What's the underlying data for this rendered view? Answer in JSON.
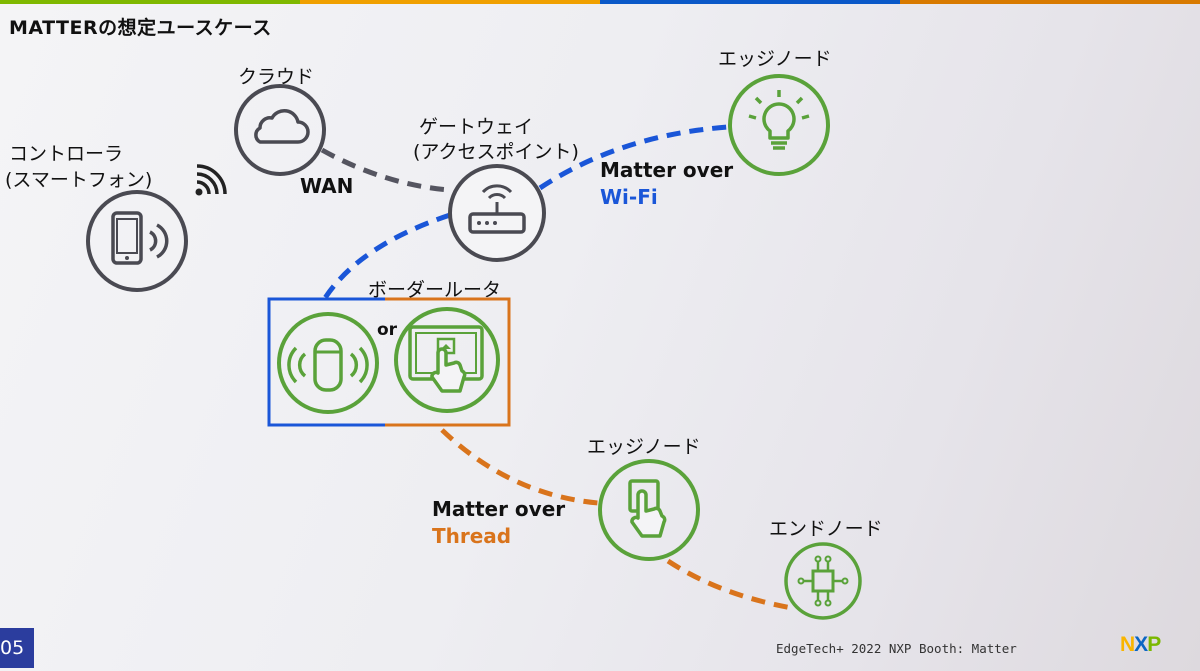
{
  "title": "MATTERの想定ユースケース",
  "nodes": {
    "cloud": "クラウド",
    "controller_line1": "コントローラ",
    "controller_line2": "(スマートフォン)",
    "gateway_line1": "ゲートウェイ",
    "gateway_line2": "(アクセスポイント)",
    "edge_node_wifi": "エッジノード",
    "border_router": "ボーダールータ",
    "border_router_or": "or",
    "edge_node_thread": "エッジノード",
    "end_node": "エンドノード"
  },
  "links": {
    "wan": "WAN",
    "wifi_line1": "Matter over",
    "wifi_line2": "Wi-Fi",
    "thread_line1": "Matter over",
    "thread_line2": "Thread"
  },
  "footer": {
    "page_number": "05",
    "event": "EdgeTech+ 2022  NXP Booth: Matter",
    "logo": "NXP"
  },
  "colors": {
    "wifi": "#1a56d8",
    "thread": "#d9741c",
    "wan": "#555560",
    "device_green": "#5aa23a",
    "device_gray": "#4a4a52"
  },
  "icons": [
    "cloud-icon",
    "smartphone-icon",
    "wifi-signal-icon",
    "router-icon",
    "lightbulb-icon",
    "smart-speaker-icon",
    "touch-panel-icon",
    "switch-press-icon",
    "sensor-chip-icon"
  ]
}
